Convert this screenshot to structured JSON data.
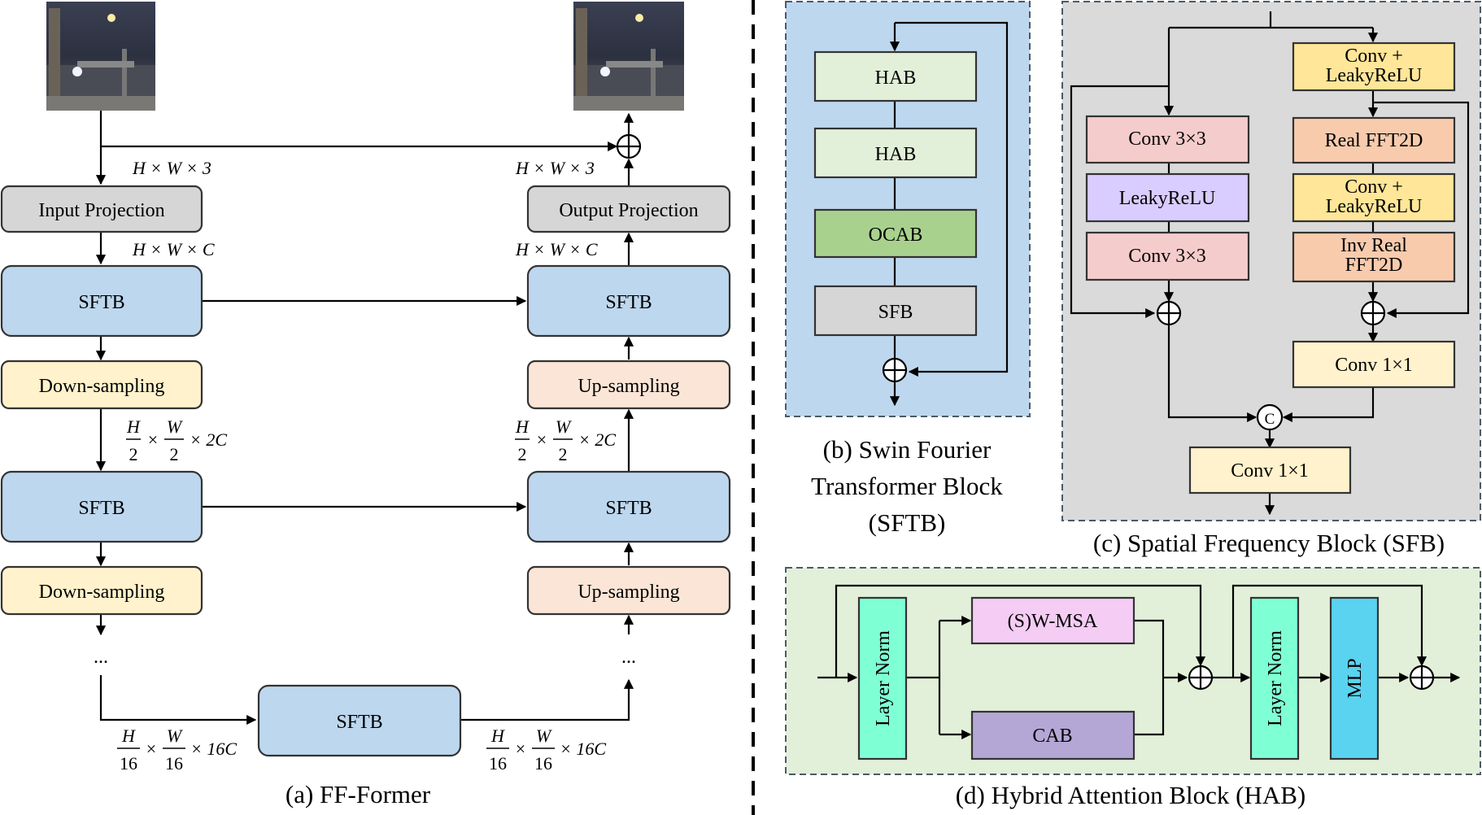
{
  "colors": {
    "sftb": "#bdd7ee",
    "projection": "#d6d6d6",
    "downsample": "#fff2cc",
    "upsample": "#fbe5d6",
    "panel_b_bg": "#bdd7ee",
    "panel_c_bg": "#dadada",
    "panel_d_bg": "#e2efd9",
    "hab": "#e2efd9",
    "ocab": "#a9d18e",
    "sfb": "#d6d6d6",
    "conv_pink": "#f4cccc",
    "leaky_purple": "#d9ccff",
    "conv_yellow": "#ffe699",
    "orange": "#f8cbad",
    "cream": "#fff2cc",
    "layernorm": "#7fffd4",
    "mlp": "#5ad3f0",
    "wmsa": "#f4ccf4",
    "cab": "#b4a7d6"
  },
  "panel_a": {
    "caption": "(a) FF-Former",
    "input_projection": "Input Projection",
    "output_projection": "Output Projection",
    "sftb": "SFTB",
    "down_sampling": "Down-sampling",
    "up_sampling": "Up-sampling",
    "ellipsis": "...",
    "dim_hw3": "H × W × 3",
    "dim_hwc": "H × W × C",
    "dim_half_h": "H",
    "dim_half_2": "2",
    "dim_half_w": "W",
    "dim_half_c": "× 2C",
    "dim_16_h": "H",
    "dim_16_den": "16",
    "dim_16_w": "W",
    "dim_16_c": "× 16C",
    "times": "×"
  },
  "panel_b": {
    "caption_line1": "(b) Swin Fourier",
    "caption_line2": "Transformer Block",
    "caption_line3": "(SFTB)",
    "blocks": [
      "HAB",
      "HAB",
      "OCAB",
      "SFB"
    ]
  },
  "panel_c": {
    "caption": "(c) Spatial Frequency Block (SFB)",
    "conv3_a": "Conv  3×3",
    "leaky": "LeakyReLU",
    "conv3_b": "Conv  3×3",
    "conv_leaky_1_l1": "Conv +",
    "conv_leaky_1_l2": "LeakyReLU",
    "real_fft": "Real FFT2D",
    "conv_leaky_2_l1": "Conv +",
    "conv_leaky_2_l2": "LeakyReLU",
    "inv_fft_l1": "Inv Real",
    "inv_fft_l2": "FFT2D",
    "conv1_right": "Conv  1×1",
    "conv1_bottom": "Conv  1×1",
    "concat": "C"
  },
  "panel_d": {
    "caption": "(d) Hybrid Attention Block (HAB)",
    "layer_norm_1": "Layer Norm",
    "wmsa": "(S)W-MSA",
    "cab": "CAB",
    "layer_norm_2": "Layer Norm",
    "mlp": "MLP"
  }
}
